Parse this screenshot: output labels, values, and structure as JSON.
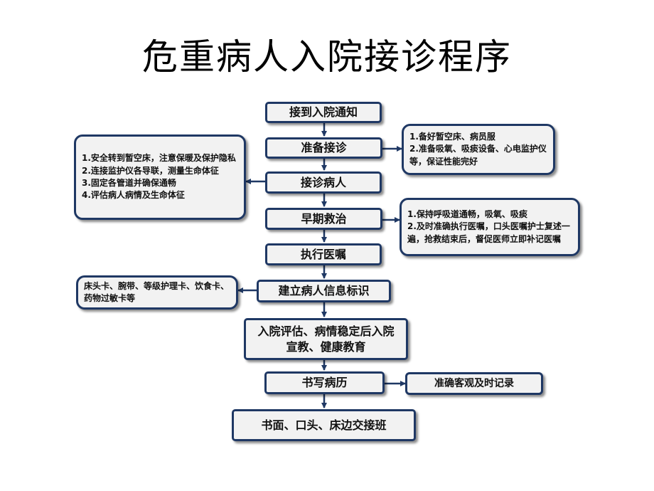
{
  "title": "危重病人入院接诊程序",
  "steps": [
    {
      "label": "接到入院通知"
    },
    {
      "label": "准备接诊"
    },
    {
      "label": "接诊病人"
    },
    {
      "label": "早期救治"
    },
    {
      "label": "执行医嘱"
    },
    {
      "label": "建立病人信息标识"
    },
    {
      "label": "入院评估、病情稳定后入院宣教、健康教育"
    },
    {
      "label": "书写病历"
    },
    {
      "label": "书面、口头、床边交接班"
    }
  ],
  "notes": {
    "prepare": [
      "1.备好暂空床、病员服",
      "2.准备吸氧、吸痰设备、心电监护仪等，保证性能完好"
    ],
    "receive": [
      "1.安全转到暂空床，注意保暖及保护隐私",
      "2.连接监护仪各导联，测量生命体征",
      "3.固定各管道并确保通畅",
      "4.评估病人病情及生命体征"
    ],
    "rescue": [
      "1.保持呼吸道通畅，吸氧、吸痰",
      "2.及时准确执行医嘱，口头医嘱护士复述一遍，抢救结束后，督促医师立即补记医嘱"
    ],
    "identify": [
      "床头卡、腕带、等级护理卡、饮食卡、药物过敏卡等"
    ],
    "record": [
      "准确客观及时记录"
    ]
  },
  "colors": {
    "border": "#1f3864",
    "box_fill": "#f2f2f2",
    "arrow": "#1f3864"
  }
}
